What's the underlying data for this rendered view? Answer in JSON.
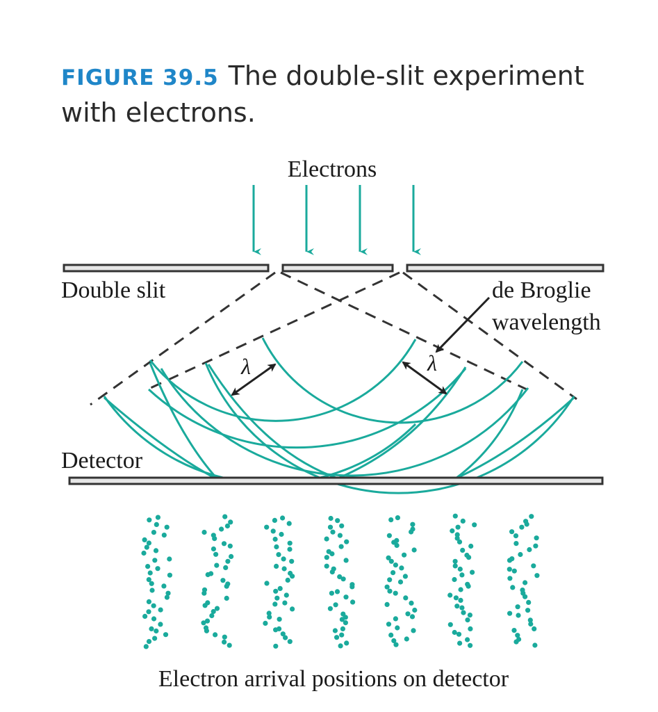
{
  "caption": {
    "figure_number": "FIGURE 39.5",
    "text": "The double-slit experiment with electrons."
  },
  "labels": {
    "electrons": "Electrons",
    "double_slit": "Double slit",
    "de_broglie_line1": "de Broglie",
    "de_broglie_line2": "wavelength",
    "lambda_left": "λ",
    "lambda_right": "λ",
    "detector": "Detector",
    "arrival_positions": "Electron arrival positions on detector"
  },
  "colors": {
    "wave": "#1aaa9c",
    "plate": "#333333",
    "caption_accent": "#1f86c8"
  },
  "fringes": {
    "count": 7,
    "dots_per_fringe": 36
  }
}
